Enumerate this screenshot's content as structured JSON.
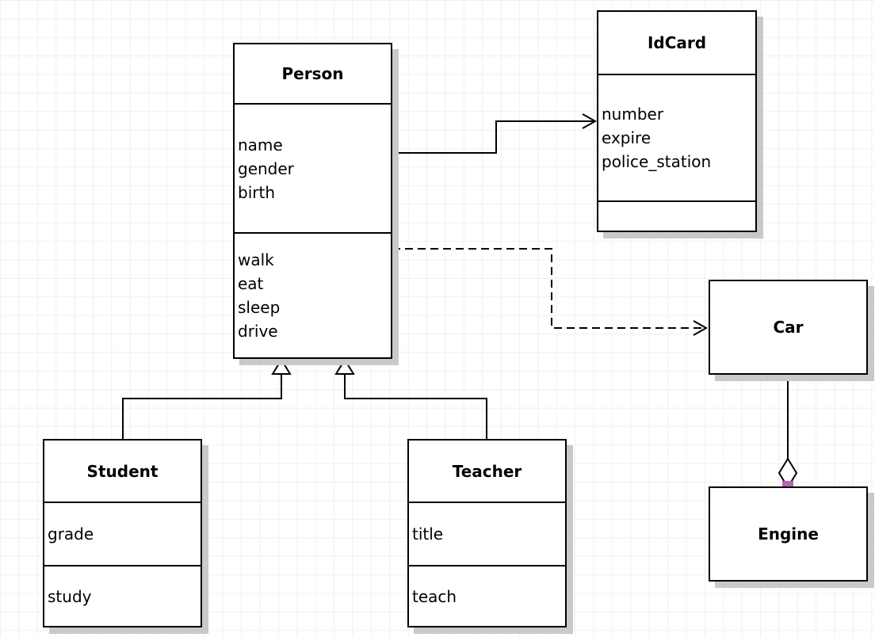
{
  "canvas": {
    "type": "uml-class-diagram"
  },
  "colors": {
    "node_fill": "#ffffff",
    "node_border": "#000000",
    "node_shadow": "#c9c9c9",
    "grid_line": "#f0f0f0",
    "connector": "#000000",
    "port_handle": "#b465b4"
  },
  "classes": {
    "person": {
      "title": "Person",
      "attributes": [
        "name",
        "gender",
        "birth"
      ],
      "methods": [
        "walk",
        "eat",
        "sleep",
        "drive"
      ]
    },
    "idcard": {
      "title": "IdCard",
      "attributes": [
        "number",
        "expire",
        "police_station"
      ],
      "methods": []
    },
    "car": {
      "title": "Car",
      "attributes": [],
      "methods": []
    },
    "engine": {
      "title": "Engine",
      "attributes": [],
      "methods": []
    },
    "student": {
      "title": "Student",
      "attributes": [
        "grade"
      ],
      "methods": [
        "study"
      ]
    },
    "teacher": {
      "title": "Teacher",
      "attributes": [
        "title"
      ],
      "methods": [
        "teach"
      ]
    }
  },
  "relationships": [
    {
      "from": "Person",
      "to": "IdCard",
      "type": "association",
      "line": "solid",
      "arrow": "open"
    },
    {
      "from": "Person",
      "to": "Car",
      "type": "dependency",
      "line": "dashed",
      "arrow": "open"
    },
    {
      "from": "Student",
      "to": "Person",
      "type": "generalization",
      "line": "solid",
      "arrow": "hollow-triangle"
    },
    {
      "from": "Teacher",
      "to": "Person",
      "type": "generalization",
      "line": "solid",
      "arrow": "hollow-triangle"
    },
    {
      "from": "Car",
      "to": "Engine",
      "type": "aggregation",
      "line": "solid",
      "arrow": "hollow-diamond"
    }
  ]
}
